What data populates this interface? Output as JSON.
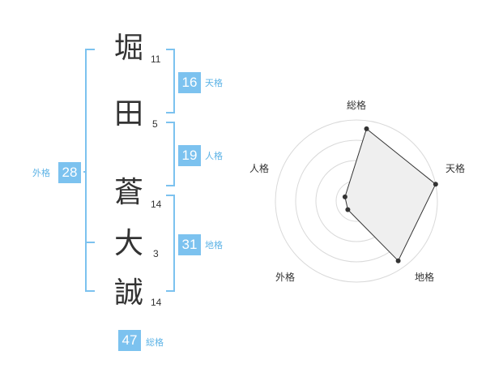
{
  "name": {
    "chars": [
      {
        "kanji": "堀",
        "strokes": "11"
      },
      {
        "kanji": "田",
        "strokes": "5"
      },
      {
        "kanji": "蒼",
        "strokes": "14"
      },
      {
        "kanji": "大",
        "strokes": "3"
      },
      {
        "kanji": "誠",
        "strokes": "14"
      }
    ]
  },
  "scores": {
    "tenkaku": {
      "value": "16",
      "label": "天格"
    },
    "jinkaku": {
      "value": "19",
      "label": "人格"
    },
    "chikaku": {
      "value": "31",
      "label": "地格"
    },
    "gaikaku": {
      "value": "28",
      "label": "外格"
    },
    "soukaku": {
      "value": "47",
      "label": "総格"
    }
  },
  "colors": {
    "accent": "#7cc2ef",
    "accent_text": "#5db3e6",
    "radar_fill": "#efefef",
    "radar_ring": "#d9d9d9"
  },
  "chart_data": {
    "type": "radar",
    "axes": [
      "総格",
      "天格",
      "地格",
      "外格",
      "人格"
    ],
    "values": [
      0.9,
      1.0,
      0.9,
      0.15,
      0.15
    ],
    "rings": 4
  }
}
